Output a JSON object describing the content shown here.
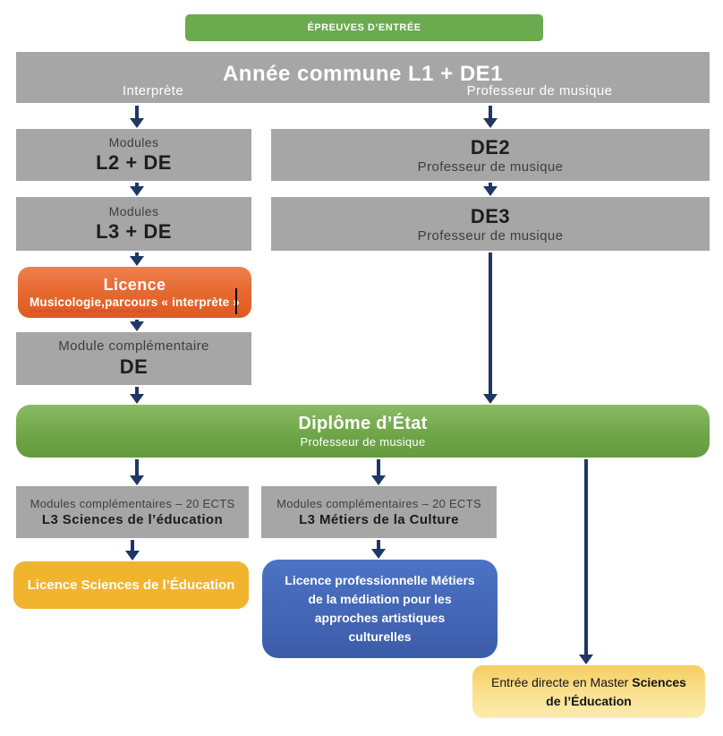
{
  "colors": {
    "green_button": "#6baa4e",
    "green_bar_mid": "#6fa648",
    "gray_box": "#a6a6a6",
    "orange_box": "#e66b31",
    "yellow_box": "#f0b42f",
    "blue_box": "#4468b8",
    "light_yellow_box": "#f8dd84",
    "arrow_navy": "#1e3765",
    "spellcheck_red": "#e03b2f"
  },
  "entry_button": {
    "label": "ÉPREUVES D’ENTRÉE"
  },
  "banner": {
    "title": "Année commune L1 + DE1",
    "left_label": "Interprète",
    "right_label": "Professeur de musique"
  },
  "left_track": {
    "modules_l2": {
      "line1": "Modules",
      "line2": "L2 + DE"
    },
    "modules_l3": {
      "line1": "Modules",
      "line2": "L3 + DE"
    },
    "licence": {
      "title": "Licence",
      "subtitle_flagged": "Musicologie,parcours",
      "subtitle_rest": " « interprète »"
    },
    "module_comp": {
      "line1": "Module complémentaire",
      "line2": "DE"
    }
  },
  "right_track": {
    "de2": {
      "line1": "DE2",
      "line2": "Professeur de musique"
    },
    "de3": {
      "line1": "DE3",
      "line2": "Professeur de musique"
    }
  },
  "diplome": {
    "line1": "Diplôme d’État",
    "line2": "Professeur de musique"
  },
  "ects_left": {
    "line1": "Modules complémentaires – 20 ECTS",
    "line2": "L3 Sciences de l’éducation"
  },
  "ects_right": {
    "line1": "Modules complémentaires – 20 ECTS",
    "line2": "L3 Métiers de la Culture"
  },
  "licence_sciences": {
    "prefix": "Licence ",
    "emphasis": "Sciences de l’Éducation"
  },
  "licence_pro": {
    "prefix": "Licence professionnelle ",
    "emphasis": "Métiers de la médiation pour les approches artistiques culturelles"
  },
  "master": {
    "prefix": "Entrée directe en Master ",
    "emphasis": "Sciences de l’Éducation"
  }
}
